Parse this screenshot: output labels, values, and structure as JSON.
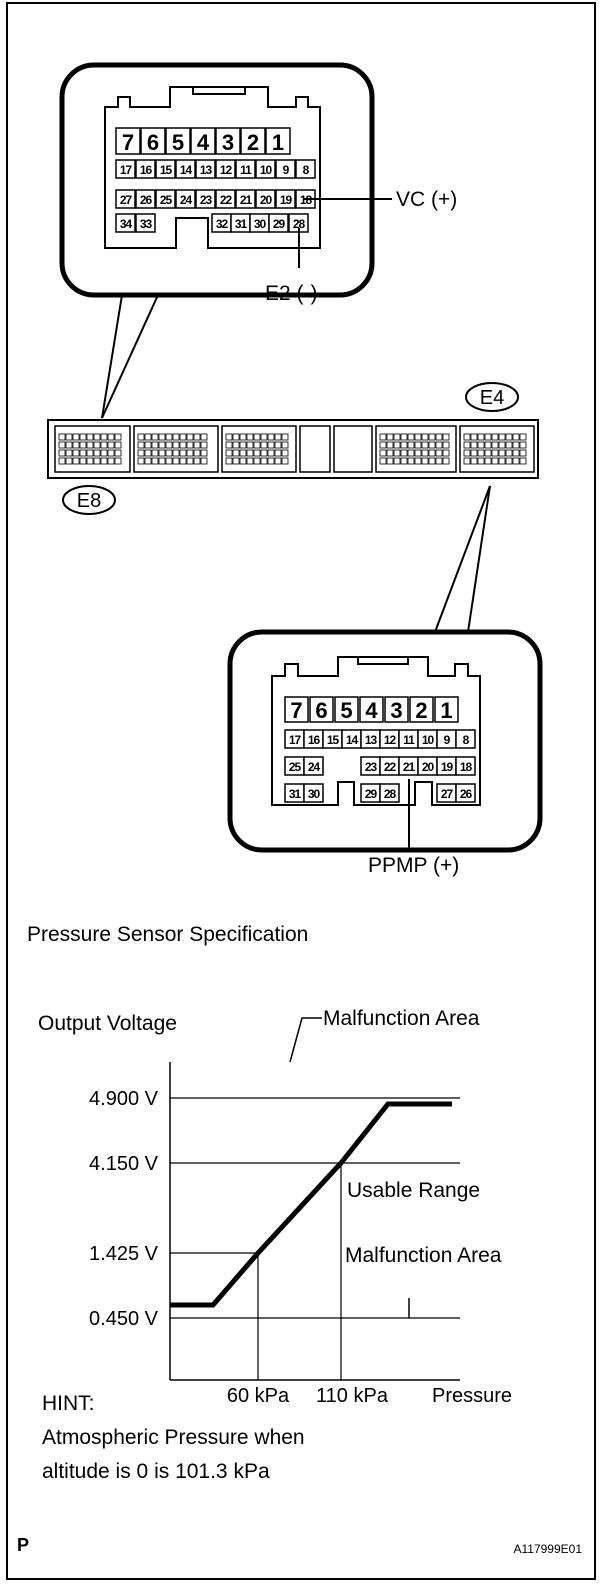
{
  "connectors": {
    "e8": {
      "code": "E8",
      "rows": [
        [
          "7",
          "6",
          "5",
          "4",
          "3",
          "2",
          "1"
        ],
        [
          "17",
          "16",
          "15",
          "14",
          "13",
          "12",
          "11",
          "10",
          "9",
          "8"
        ],
        [
          "27",
          "26",
          "25",
          "24",
          "23",
          "22",
          "21",
          "20",
          "19",
          "18"
        ],
        [
          "34",
          "33",
          "",
          "",
          "32",
          "31",
          "30",
          "29",
          "28"
        ]
      ],
      "callouts": {
        "vc": "VC (+)",
        "e2": "E2 (-)"
      }
    },
    "e4": {
      "code": "E4",
      "rows": [
        [
          "7",
          "6",
          "5",
          "4",
          "3",
          "2",
          "1"
        ],
        [
          "17",
          "16",
          "15",
          "14",
          "13",
          "12",
          "11",
          "10",
          "9",
          "8"
        ],
        [
          "25",
          "24",
          "",
          "23",
          "22",
          "21",
          "20",
          "19",
          "18"
        ],
        [
          "31",
          "30",
          "",
          "29",
          "28",
          "",
          "27",
          "26"
        ]
      ],
      "callouts": {
        "ppmp": "PPMP (+)"
      }
    }
  },
  "spec_title": "Pressure Sensor Specification",
  "chart_data": {
    "type": "line",
    "ylabel": "Output Voltage",
    "xlabel": "Pressure",
    "y_ticks": [
      "4.900 V",
      "4.150 V",
      "1.425 V",
      "0.450 V"
    ],
    "x_ticks": [
      "60 kPa",
      "110 kPa"
    ],
    "annotations": {
      "malfunction_top": "Malfunction Area",
      "usable": "Usable Range",
      "malfunction_bottom": "Malfunction Area"
    },
    "series": [
      {
        "x": [
          0,
          25,
          60,
          110,
          130,
          175
        ],
        "y": [
          0.3,
          0.3,
          1.425,
          4.15,
          4.8,
          4.8
        ]
      }
    ]
  },
  "hint": {
    "label": "HINT:",
    "line1": "Atmospheric Pressure when",
    "line2": "altitude is 0 is 101.3 kPa"
  },
  "footer": {
    "left": "P",
    "right": "A117999E01"
  }
}
